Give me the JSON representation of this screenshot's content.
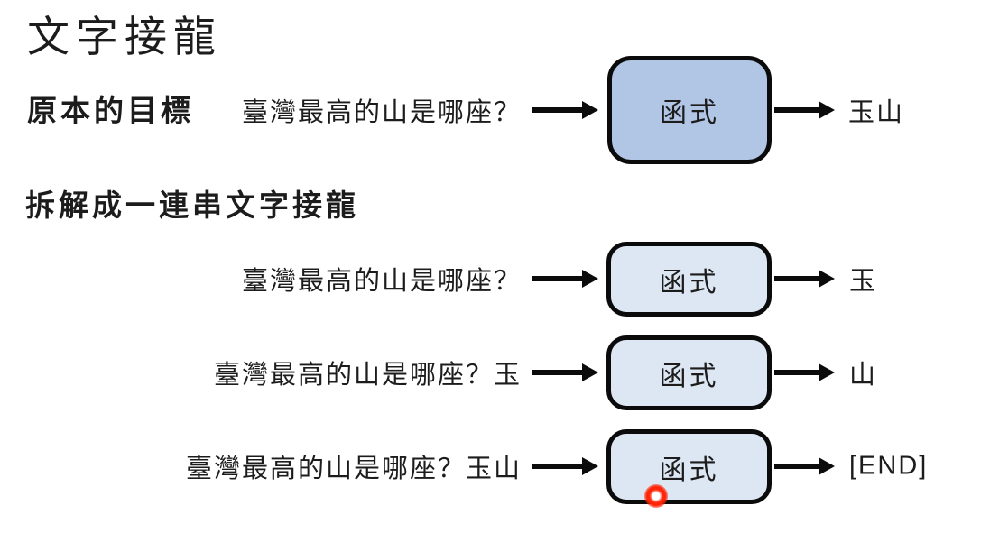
{
  "slide": {
    "title": "文字接龍"
  },
  "sections": [
    {
      "heading": "原本的目標",
      "rows": [
        {
          "input": "臺灣最高的山是哪座？",
          "box_label": "函式",
          "output": "玉山"
        }
      ]
    },
    {
      "heading": "拆解成一連串文字接龍",
      "rows": [
        {
          "input": "臺灣最高的山是哪座？",
          "box_label": "函式",
          "output": "玉"
        },
        {
          "input": "臺灣最高的山是哪座？玉",
          "box_label": "函式",
          "output": "山"
        },
        {
          "input": "臺灣最高的山是哪座？玉山",
          "box_label": "函式",
          "output": "[END]"
        }
      ]
    }
  ],
  "colors": {
    "background": "#ffffff",
    "text": "#1c1c1c",
    "primary_box_fill": "#b1c5e4",
    "secondary_box_fill": "#dde6f3",
    "box_border": "#0b0b0b",
    "arrow": "#0b0b0b",
    "laser_red": "#ff2000"
  },
  "pointer": {
    "type": "laser-dot"
  }
}
